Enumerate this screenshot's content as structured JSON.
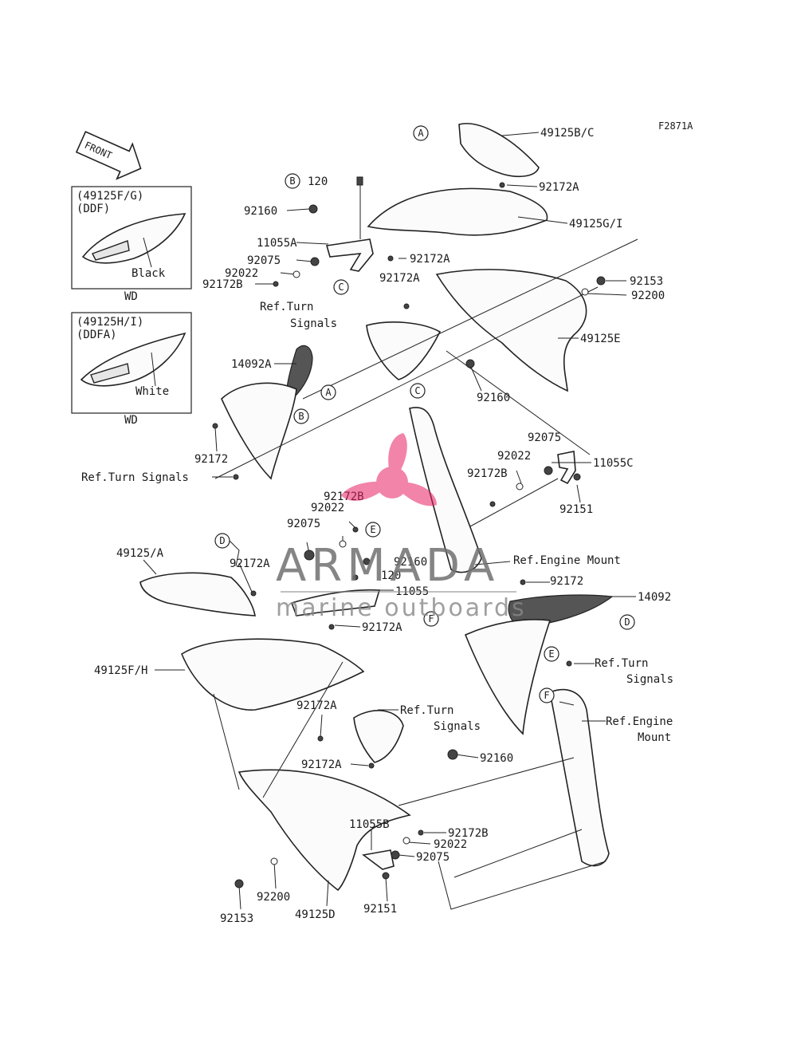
{
  "diagram_code": "F2871A",
  "front_label": "FRONT",
  "callout_letters": [
    "A",
    "A",
    "B",
    "B",
    "C",
    "C",
    "D",
    "D",
    "E",
    "E",
    "F",
    "F"
  ],
  "insets": [
    {
      "codes": "(49125F/G)",
      "model": "(DDF)",
      "color": "Black",
      "tag": "WD"
    },
    {
      "codes": "(49125H/I)",
      "model": "(DDFA)",
      "color": "White",
      "tag": "WD"
    }
  ],
  "part_labels": [
    "49125B/C",
    "92172A",
    "49125G/I",
    "120",
    "92160",
    "11055A",
    "92075",
    "92022",
    "92172B",
    "92172A",
    "92172A",
    "92153",
    "92200",
    "Ref.Turn",
    "Signals",
    "49125E",
    "14092A",
    "92160",
    "92172",
    "Ref.Turn Signals",
    "92075",
    "92022",
    "11055C",
    "92172B",
    "92151",
    "92172B",
    "92022",
    "92075",
    "92160",
    "120",
    "11055",
    "49125/A",
    "92172A",
    "Ref.Engine Mount",
    "92172",
    "14092",
    "92172A",
    "49125F/H",
    "Ref.Turn",
    "Signals",
    "Ref.Turn",
    "Signals",
    "92172A",
    "Ref.Engine",
    "Mount",
    "92172A",
    "92160",
    "11055B",
    "92172B",
    "92022",
    "92075",
    "92153",
    "92200",
    "49125D",
    "92151"
  ],
  "watermark": {
    "brand": "ARMADA",
    "tagline": "marine outboards"
  },
  "colors": {
    "line": "#222222",
    "watermark_pink": "#e91e63",
    "watermark_gray": "#707070"
  }
}
